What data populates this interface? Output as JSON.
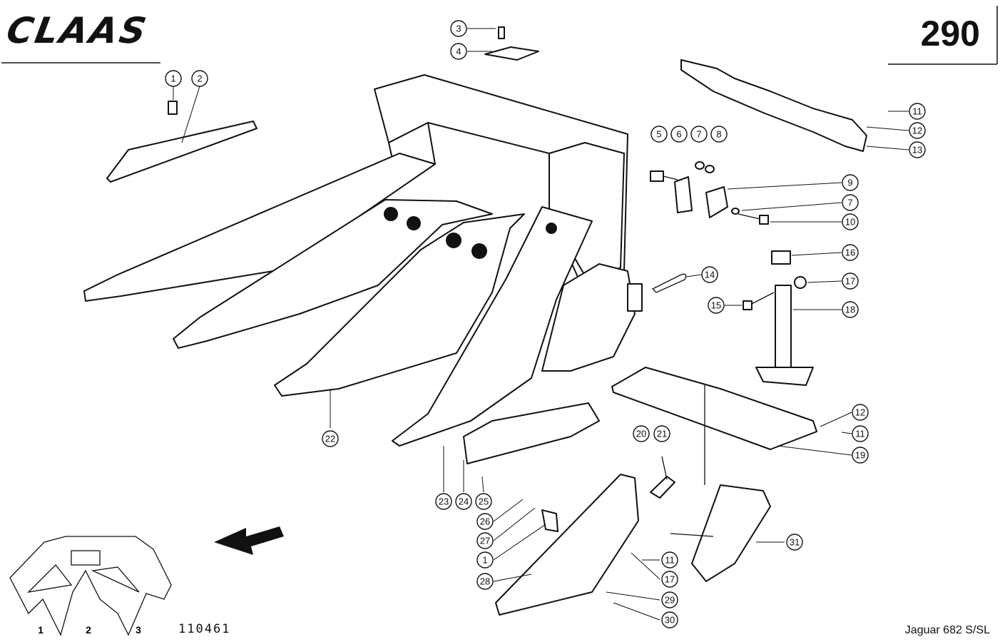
{
  "header": {
    "brand": "CLAAS",
    "page_number": "290"
  },
  "footer": {
    "drawing_number": "110461",
    "model": "Jaguar 682 S/SL"
  },
  "overview": {
    "row_labels": [
      "1",
      "2",
      "3"
    ]
  },
  "callouts": [
    {
      "id": "c-1a",
      "label": "1"
    },
    {
      "id": "c-2",
      "label": "2"
    },
    {
      "id": "c-3",
      "label": "3"
    },
    {
      "id": "c-4",
      "label": "4"
    },
    {
      "id": "c-5",
      "label": "5"
    },
    {
      "id": "c-6",
      "label": "6"
    },
    {
      "id": "c-7a",
      "label": "7"
    },
    {
      "id": "c-8",
      "label": "8"
    },
    {
      "id": "c-9",
      "label": "9"
    },
    {
      "id": "c-7b",
      "label": "7"
    },
    {
      "id": "c-10",
      "label": "10"
    },
    {
      "id": "c-11a",
      "label": "11"
    },
    {
      "id": "c-12a",
      "label": "12"
    },
    {
      "id": "c-13",
      "label": "13"
    },
    {
      "id": "c-16",
      "label": "16"
    },
    {
      "id": "c-14",
      "label": "14"
    },
    {
      "id": "c-17a",
      "label": "17"
    },
    {
      "id": "c-15",
      "label": "15"
    },
    {
      "id": "c-18",
      "label": "18"
    },
    {
      "id": "c-12b",
      "label": "12"
    },
    {
      "id": "c-11b",
      "label": "11"
    },
    {
      "id": "c-19",
      "label": "19"
    },
    {
      "id": "c-22",
      "label": "22"
    },
    {
      "id": "c-20",
      "label": "20"
    },
    {
      "id": "c-21",
      "label": "21"
    },
    {
      "id": "c-23",
      "label": "23"
    },
    {
      "id": "c-24",
      "label": "24"
    },
    {
      "id": "c-25",
      "label": "25"
    },
    {
      "id": "c-26",
      "label": "26"
    },
    {
      "id": "c-27",
      "label": "27"
    },
    {
      "id": "c-1b",
      "label": "1"
    },
    {
      "id": "c-28",
      "label": "28"
    },
    {
      "id": "c-11c",
      "label": "11"
    },
    {
      "id": "c-17b",
      "label": "17"
    },
    {
      "id": "c-29",
      "label": "29"
    },
    {
      "id": "c-30",
      "label": "30"
    },
    {
      "id": "c-31",
      "label": "31"
    }
  ]
}
